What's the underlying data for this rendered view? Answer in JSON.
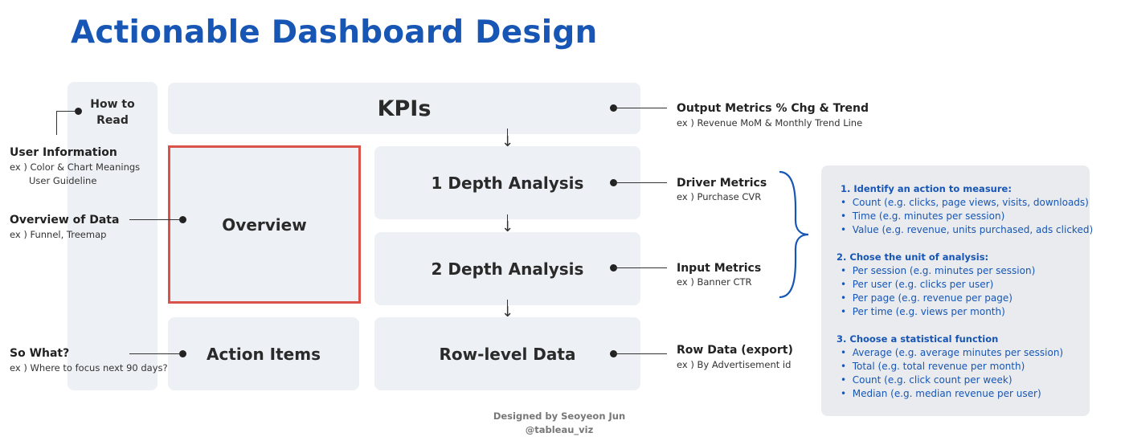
{
  "title": "Actionable Dashboard Design",
  "boxes": {
    "how_to_read": "How to Read",
    "kpis": "KPIs",
    "overview": "Overview",
    "depth1": "1 Depth Analysis",
    "depth2": "2 Depth Analysis",
    "action_items": "Action Items",
    "row_level": "Row-level Data"
  },
  "left_labels": {
    "user_info": {
      "heading": "User Information",
      "line1": "ex ) Color & Chart Meanings",
      "line2": "User Guideline"
    },
    "overview_data": {
      "heading": "Overview of Data",
      "sub": "ex ) Funnel, Treemap"
    },
    "so_what": {
      "heading": "So What?",
      "sub": "ex ) Where to focus next 90 days?"
    }
  },
  "right_labels": {
    "output": {
      "heading": "Output Metrics % Chg & Trend",
      "sub": "ex ) Revenue MoM & Monthly Trend Line"
    },
    "driver": {
      "heading": "Driver Metrics",
      "sub": "ex ) Purchase CVR"
    },
    "input": {
      "heading": "Input Metrics",
      "sub": "ex ) Banner CTR"
    },
    "row_data": {
      "heading": "Row Data (export)",
      "sub": "ex ) By Advertisement id"
    }
  },
  "panel": {
    "sections": [
      {
        "heading": "1. Identify an action to measure:",
        "items": [
          "Count (e.g. clicks, page views, visits, downloads)",
          "Time (e.g. minutes per session)",
          "Value (e.g. revenue, units purchased, ads clicked)"
        ]
      },
      {
        "heading": "2. Chose the unit of analysis:",
        "items": [
          "Per session (e.g. minutes per session)",
          "Per user (e.g. clicks per user)",
          "Per page (e.g. revenue per page)",
          "Per time (e.g. views per month)"
        ]
      },
      {
        "heading": "3. Choose a statistical function",
        "items": [
          "Average (e.g. average minutes per session)",
          "Total (e.g. total revenue per month)",
          "Count (e.g. click count per week)",
          "Median (e.g. median revenue per user)"
        ]
      }
    ]
  },
  "credit": {
    "line1": "Designed by Seoyeon Jun",
    "line2": "@tableau_viz"
  },
  "colors": {
    "title": "#1756b4",
    "box": "#edf0f4",
    "overview_border": "#d9534a",
    "panel": "#e9ebee"
  }
}
